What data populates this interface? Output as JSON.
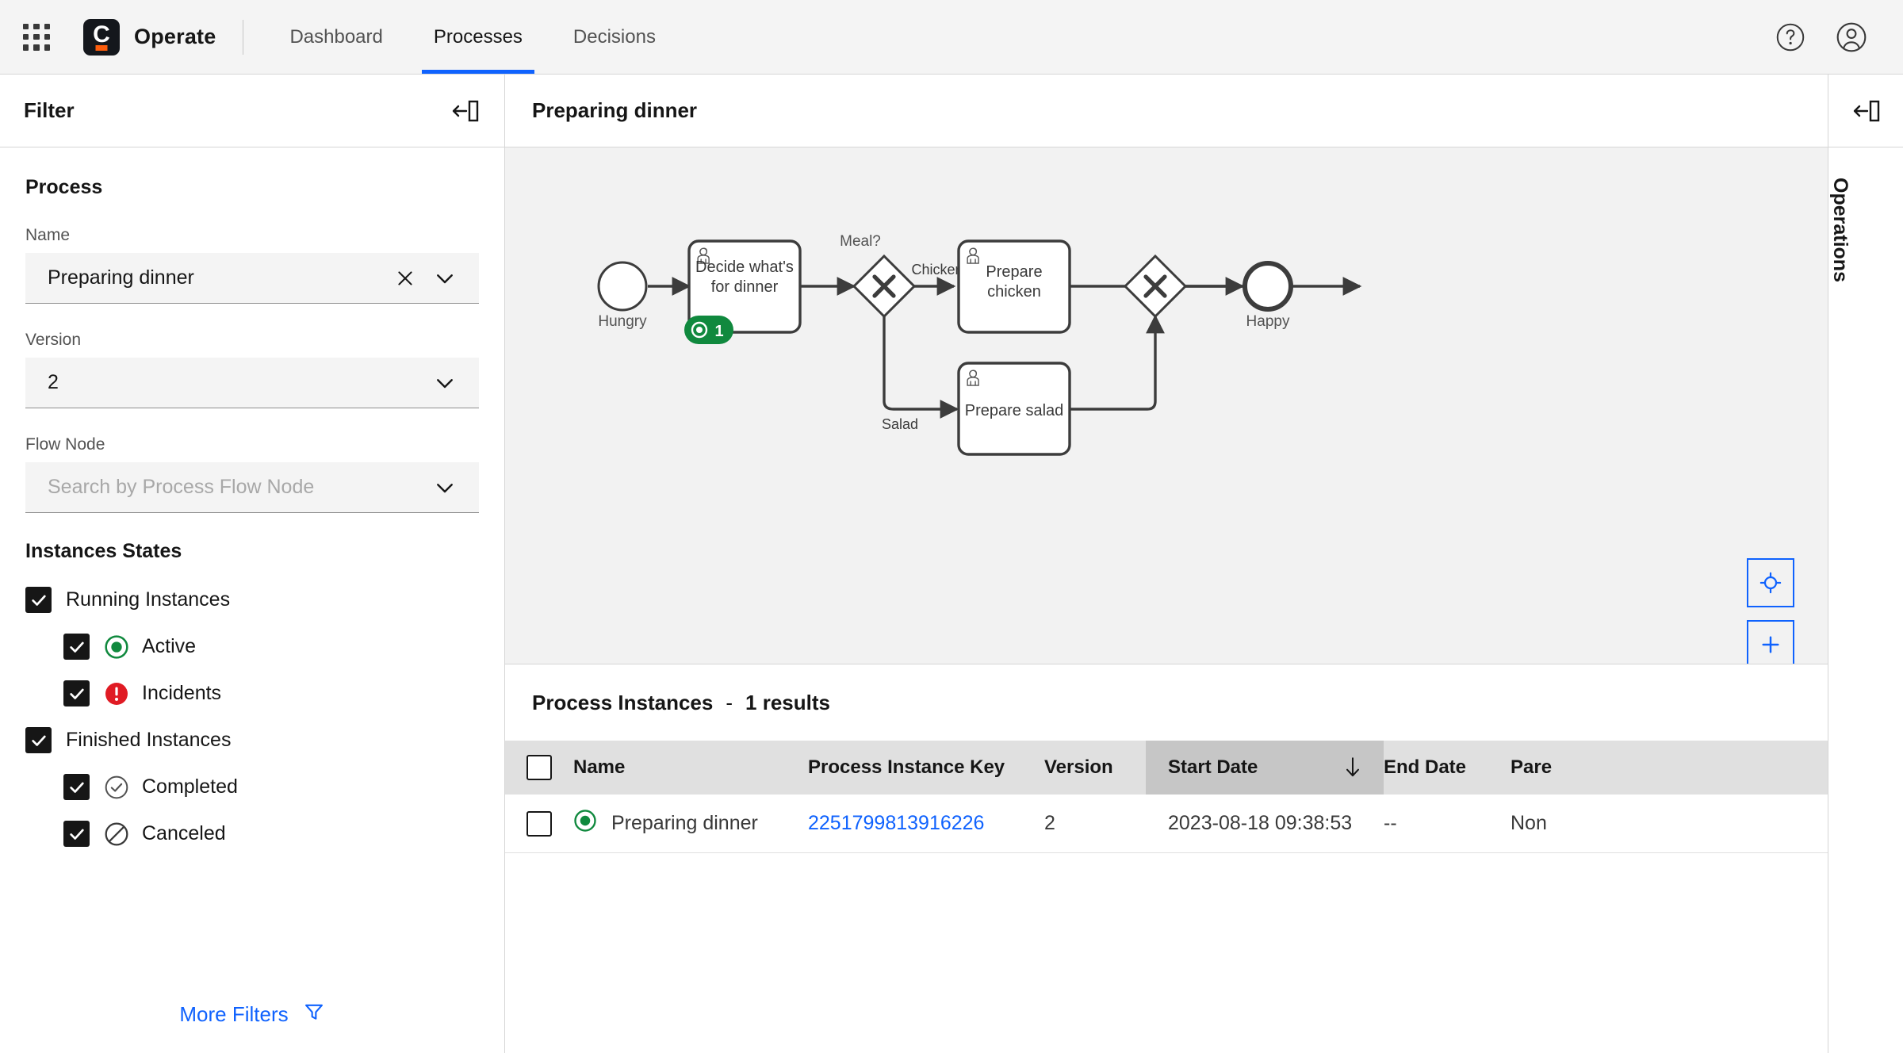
{
  "header": {
    "app_menu_icon": "grid-apps-icon",
    "brand_letter": "C",
    "brand_name": "Operate",
    "nav": [
      {
        "label": "Dashboard",
        "active": false
      },
      {
        "label": "Processes",
        "active": true
      },
      {
        "label": "Decisions",
        "active": false
      }
    ],
    "help_icon": "help-question-icon",
    "user_icon": "user-avatar-icon"
  },
  "filter_panel": {
    "title": "Filter",
    "collapse_icon": "collapse-panel-left-icon",
    "process_section_title": "Process",
    "name_label": "Name",
    "name_value": "Preparing dinner",
    "name_clear_icon": "close-x-icon",
    "name_chevron_icon": "chevron-down-icon",
    "version_label": "Version",
    "version_value": "2",
    "version_chevron_icon": "chevron-down-icon",
    "flow_node_label": "Flow Node",
    "flow_node_placeholder": "Search by Process Flow Node",
    "flow_node_chevron_icon": "chevron-down-icon",
    "states_title": "Instances States",
    "states": [
      {
        "label": "Running Instances",
        "checked": true,
        "indent": false,
        "icon": null
      },
      {
        "label": "Active",
        "checked": true,
        "indent": true,
        "icon": "active-state-icon"
      },
      {
        "label": "Incidents",
        "checked": true,
        "indent": true,
        "icon": "incident-state-icon"
      },
      {
        "label": "Finished Instances",
        "checked": true,
        "indent": false,
        "icon": null
      },
      {
        "label": "Completed",
        "checked": true,
        "indent": true,
        "icon": "completed-state-icon"
      },
      {
        "label": "Canceled",
        "checked": true,
        "indent": true,
        "icon": "canceled-state-icon"
      }
    ],
    "more_filters_label": "More Filters",
    "more_filters_icon": "funnel-filter-icon"
  },
  "diagram": {
    "title": "Preparing dinner",
    "nodes": [
      {
        "id": "start",
        "type": "start-event",
        "label": "Hungry"
      },
      {
        "id": "decide",
        "type": "user-task",
        "label": "Decide what's for dinner",
        "badge_count": "1",
        "badge_color": "#10893e"
      },
      {
        "id": "meal",
        "type": "exclusive-gateway",
        "label": "Meal?"
      },
      {
        "id": "chicken",
        "type": "user-task",
        "label": "Prepare chicken"
      },
      {
        "id": "salad",
        "type": "user-task",
        "label": "Prepare salad"
      },
      {
        "id": "join",
        "type": "exclusive-gateway",
        "label": ""
      },
      {
        "id": "end",
        "type": "end-event",
        "label": "Happy"
      }
    ],
    "flow_labels": [
      "Chicken",
      "Salad"
    ],
    "zoom_controls": [
      {
        "name": "reset-zoom-button",
        "icon": "crosshair-target-icon"
      },
      {
        "name": "zoom-in-button",
        "icon": "plus-icon"
      },
      {
        "name": "zoom-out-button",
        "icon": "minus-icon"
      }
    ],
    "accent_color": "#0f62fe"
  },
  "instances": {
    "title": "Process Instances",
    "separator": "-",
    "results_text": "1 results",
    "columns": [
      {
        "key": "name",
        "label": "Name",
        "sorted": false
      },
      {
        "key": "process_instance_key",
        "label": "Process Instance Key",
        "sorted": false
      },
      {
        "key": "version",
        "label": "Version",
        "sorted": false
      },
      {
        "key": "start_date",
        "label": "Start Date",
        "sorted": true,
        "sort_icon": "sort-descending-arrow-icon"
      },
      {
        "key": "end_date",
        "label": "End Date",
        "sorted": false
      },
      {
        "key": "parent",
        "label": "Parent Process Instance Key",
        "label_visible": "Pare",
        "sorted": false
      }
    ],
    "rows": [
      {
        "state_icon": "active-state-icon",
        "name": "Preparing dinner",
        "process_instance_key": "2251799813916226",
        "version": "2",
        "start_date": "2023-08-18 09:38:53",
        "end_date": "--",
        "parent": "Non"
      }
    ]
  },
  "operations_panel": {
    "collapse_icon": "collapse-panel-right-icon",
    "label": "Operations"
  }
}
